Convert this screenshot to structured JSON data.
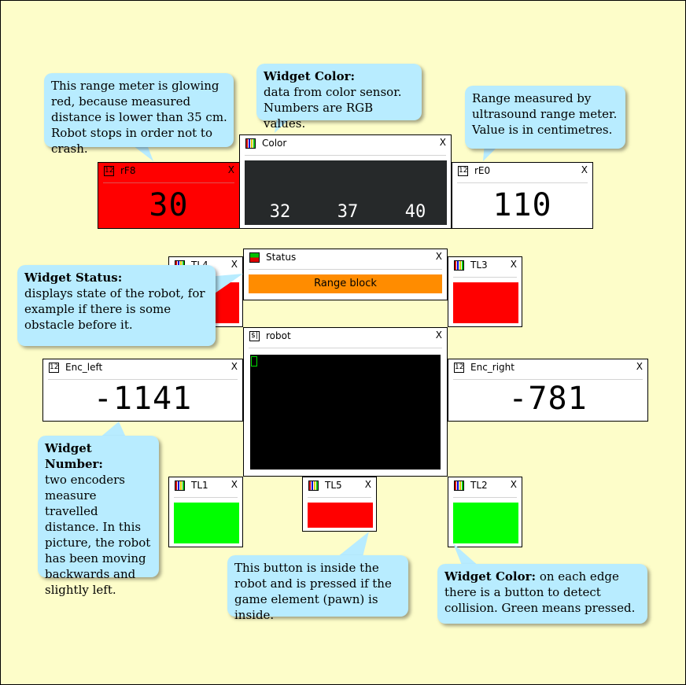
{
  "widgets": {
    "rf8": {
      "title": "rF8",
      "value": "30",
      "icon": "12",
      "close": "X",
      "bg": "#ff0000"
    },
    "color": {
      "title": "Color",
      "close": "X",
      "r": "32",
      "g": "37",
      "b": "40",
      "bg": "#26292a"
    },
    "re0": {
      "title": "rE0",
      "value": "110",
      "icon": "12",
      "close": "X"
    },
    "status": {
      "title": "Status",
      "close": "X",
      "state": "Range block",
      "state_color": "#ff8c00"
    },
    "tl4": {
      "title": "TL4",
      "close": "X",
      "color": "#ff0000"
    },
    "tl3": {
      "title": "TL3",
      "close": "X",
      "color": "#ff0000"
    },
    "enc_left": {
      "title": "Enc_left",
      "value": "-1141",
      "icon": "12",
      "close": "X"
    },
    "robot": {
      "title": "robot",
      "icon": "$|",
      "close": "X"
    },
    "enc_right": {
      "title": "Enc_right",
      "value": "-781",
      "icon": "12",
      "close": "X"
    },
    "tl1": {
      "title": "TL1",
      "close": "X",
      "color": "#00ff00"
    },
    "tl5": {
      "title": "TL5",
      "close": "X",
      "color": "#ff0000"
    },
    "tl2": {
      "title": "TL2",
      "close": "X",
      "color": "#00ff00"
    }
  },
  "callouts": {
    "range_red": {
      "text": "This range meter is glowing red, because measured distance is lower than 35 cm. Robot stops in order not to crash."
    },
    "color": {
      "heading": "Widget Color:",
      "text": "data from color sensor. Numbers are RGB values."
    },
    "range_us": {
      "text": "Range measured by ultrasound range meter. Value is in centimetres."
    },
    "status": {
      "heading": "Widget Status:",
      "text": "displays state of the robot, for example if there is some obstacle before it."
    },
    "number": {
      "heading": "Widget Number:",
      "text": "two encoders measure travelled distance. In this picture, the robot has been moving backwards and slightly left."
    },
    "button": {
      "text": "This button is inside the robot and is pressed if the game element (pawn) is inside."
    },
    "edges": {
      "heading": "Widget Color:",
      "text": "on each edge there is a button to detect collision. Green means pressed."
    }
  }
}
